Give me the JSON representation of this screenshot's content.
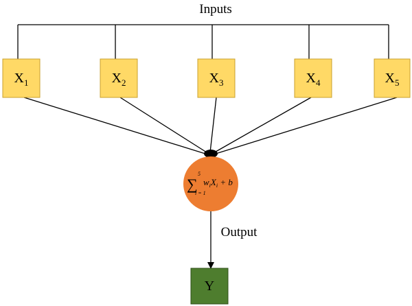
{
  "title": "Inputs",
  "inputs": [
    {
      "base": "X",
      "sub": "1"
    },
    {
      "base": "X",
      "sub": "2"
    },
    {
      "base": "X",
      "sub": "3"
    },
    {
      "base": "X",
      "sub": "4"
    },
    {
      "base": "X",
      "sub": "5"
    }
  ],
  "neuron": {
    "sum_symbol": "∑",
    "upper": "5",
    "lower": "i = 1",
    "w": "w",
    "w_sub": "i",
    "x": "X",
    "x_sub": "i",
    "rest": " + b"
  },
  "output_label": "Output",
  "output_node": "Y",
  "colors": {
    "input_fill": "#FFD966",
    "input_stroke": "#C9A02E",
    "neuron_fill": "#ED7D31",
    "output_fill": "#4E7D2E",
    "output_stroke": "#2F4F1A",
    "line": "#000000"
  }
}
